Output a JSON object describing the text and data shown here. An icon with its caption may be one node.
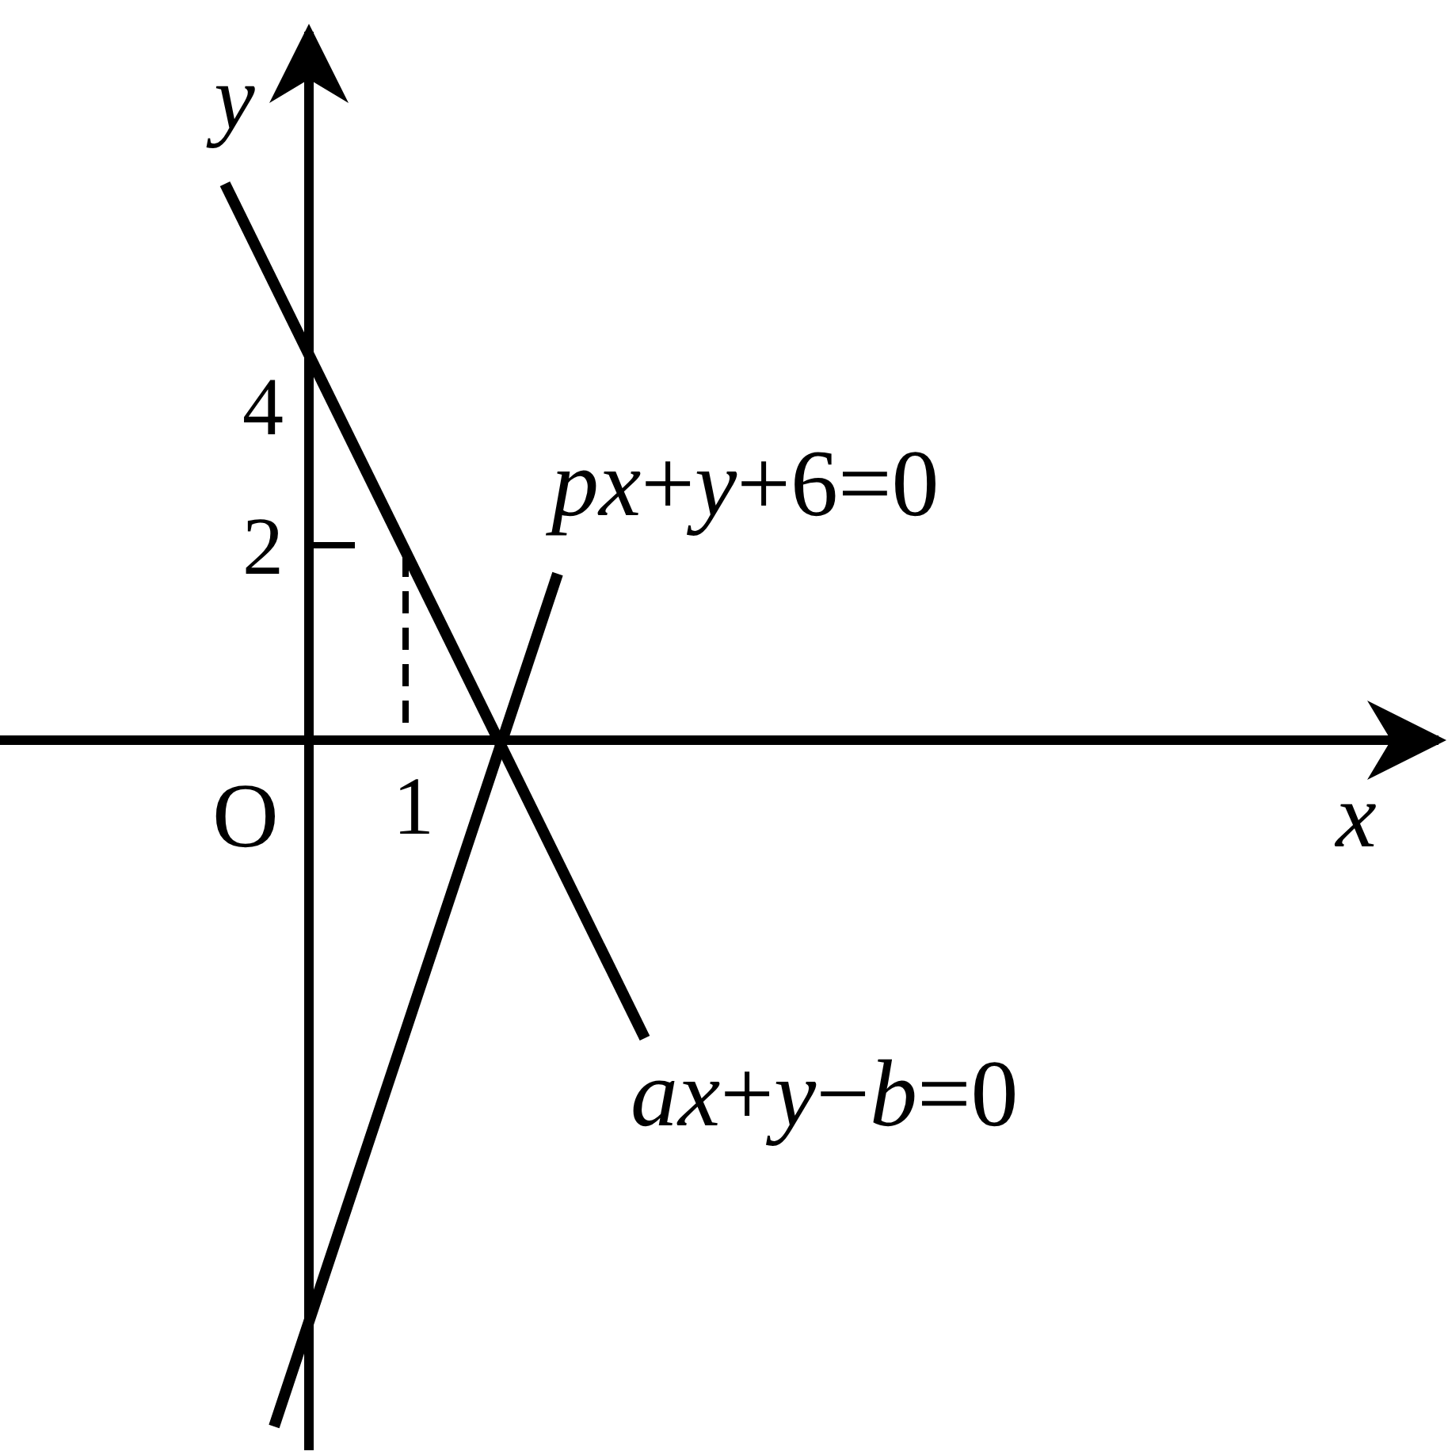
{
  "diagram": {
    "labels": [
      "*y*",
      "4",
      "2",
      "*px*+*y*+6=0",
      "O",
      "1",
      "*x*",
      "*ax*+*y*−*b*=0"
    ]
  }
}
